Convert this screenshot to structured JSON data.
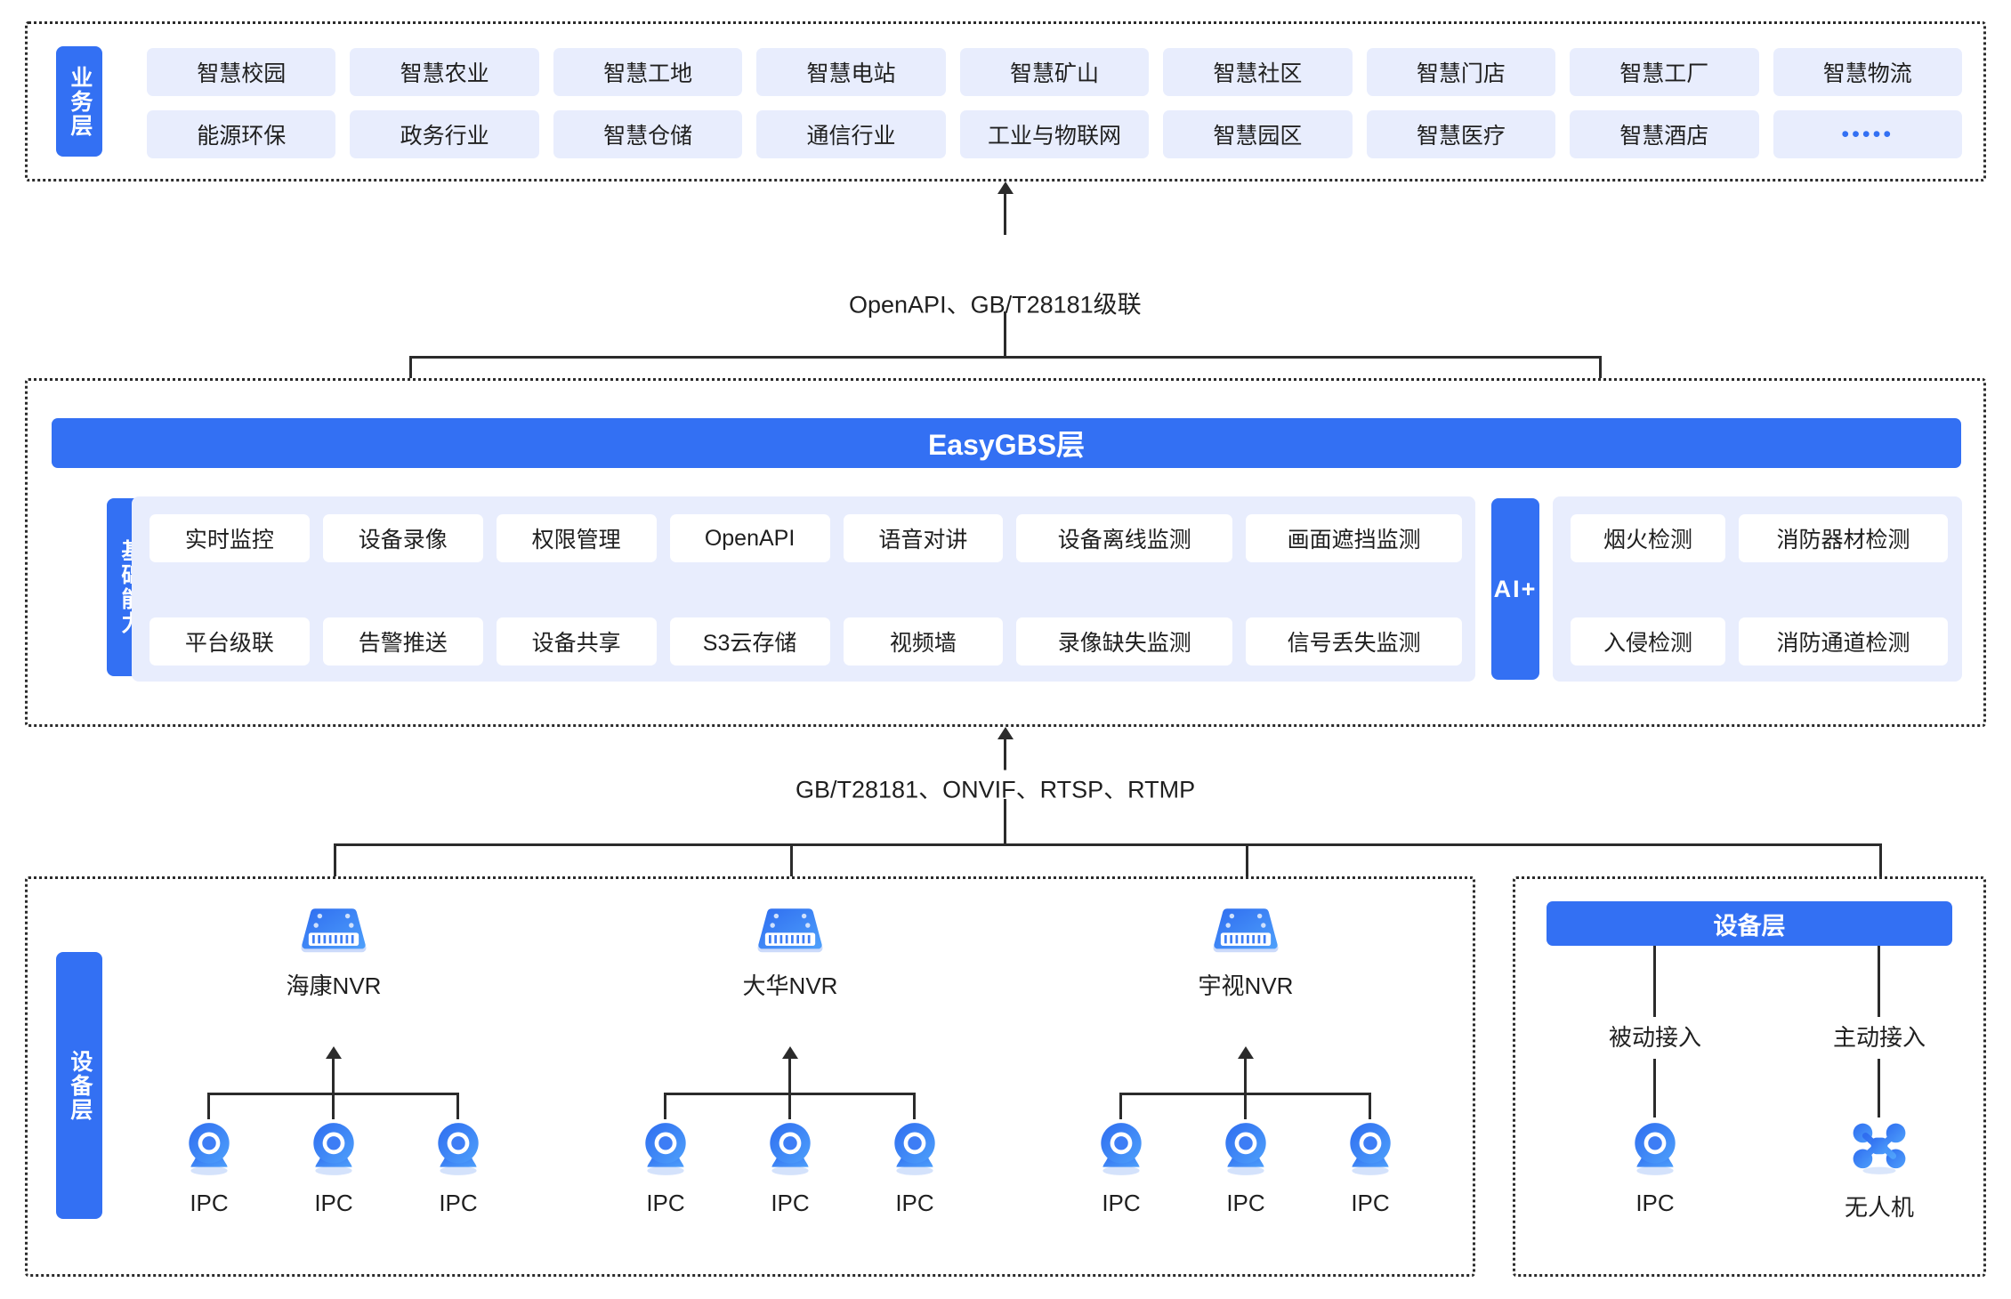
{
  "business_layer": {
    "side_label": "业务层",
    "row1": [
      "智慧校园",
      "智慧农业",
      "智慧工地",
      "智慧电站",
      "智慧矿山",
      "智慧社区",
      "智慧门店",
      "智慧工厂",
      "智慧物流"
    ],
    "row2": [
      "能源环保",
      "政务行业",
      "智慧仓储",
      "通信行业",
      "工业与物联网",
      "智慧园区",
      "智慧医疗",
      "智慧酒店",
      "•••••"
    ]
  },
  "connector_top": {
    "label": "OpenAPI、GB/T28181级联"
  },
  "platform_layer": {
    "title_bar": "EasyGBS层",
    "side_label": "基础能力",
    "capabilities_row1": [
      "实时监控",
      "设备录像",
      "权限管理",
      "OpenAPI",
      "语音对讲",
      "设备离线监测",
      "画面遮挡监测"
    ],
    "capabilities_row2": [
      "平台级联",
      "告警推送",
      "设备共享",
      "S3云存储",
      "视频墙",
      "录像缺失监测",
      "信号丢失监测"
    ],
    "ai_label": "AI+",
    "ai_row1": [
      "烟火检测",
      "消防器材检测"
    ],
    "ai_row2": [
      "入侵检测",
      "消防通道检测"
    ]
  },
  "connector_bottom": {
    "label": "GB/T28181、ONVIF、RTSP、RTMP"
  },
  "device_layer_left": {
    "side_label": "设备层",
    "groups": [
      {
        "nvr_label": "海康NVR",
        "cameras": [
          "IPC",
          "IPC",
          "IPC"
        ]
      },
      {
        "nvr_label": "大华NVR",
        "cameras": [
          "IPC",
          "IPC",
          "IPC"
        ]
      },
      {
        "nvr_label": "宇视NVR",
        "cameras": [
          "IPC",
          "IPC",
          "IPC"
        ]
      }
    ]
  },
  "device_layer_right": {
    "title_bar": "设备层",
    "branches": [
      {
        "access_label": "被动接入",
        "device_label": "IPC",
        "icon": "camera-icon"
      },
      {
        "access_label": "主动接入",
        "device_label": "无人机",
        "icon": "drone-icon"
      }
    ]
  },
  "colors": {
    "brand_blue": "#3370f3",
    "chip_bg": "#e8edfd",
    "line": "#2b2b2b",
    "text": "#1f1f1f"
  }
}
